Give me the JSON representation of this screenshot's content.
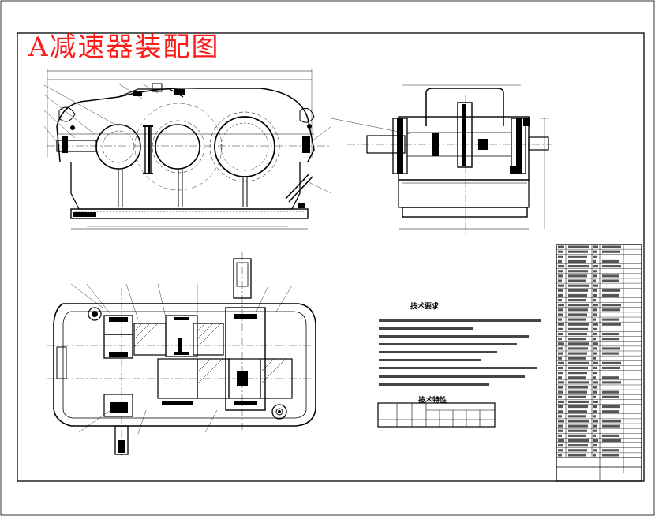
{
  "drawing": {
    "title": "A减速器装配图",
    "tech_requirements_heading": "技术要求",
    "tech_params_heading": "技术特性",
    "title_color": "#ff1a1a",
    "line_color": "#000000",
    "tech_requirement_line_count": 9,
    "parts_list_row_count": 44
  }
}
